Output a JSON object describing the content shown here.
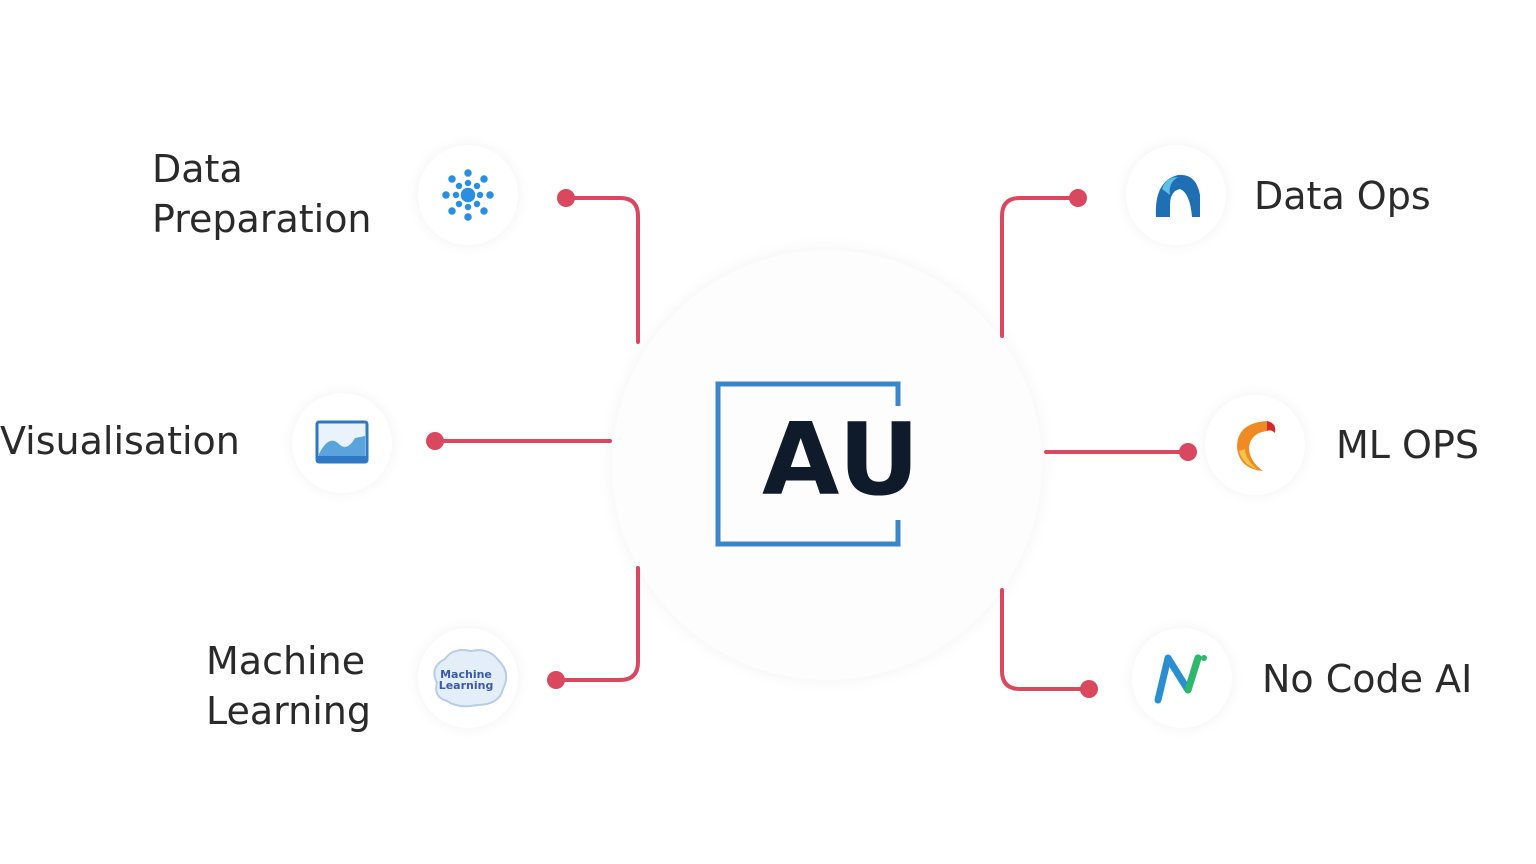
{
  "logo": {
    "text": "AU"
  },
  "categories": {
    "data_preparation": {
      "label": "Data Preparation",
      "icon": "snowflake-icon"
    },
    "visualisation": {
      "label": "Visualisation",
      "icon": "chart-image-icon"
    },
    "machine_learning": {
      "label": "Machine Learning",
      "icon": "brain-icon",
      "icon_text": "Machine Learning"
    },
    "data_ops": {
      "label": "Data Ops",
      "icon": "data-ops-logo-icon"
    },
    "ml_ops": {
      "label": "ML OPS",
      "icon": "ml-ops-logo-icon"
    },
    "no_code_ai": {
      "label": "No Code AI",
      "icon": "no-code-ai-logo-icon"
    }
  },
  "colors": {
    "connector": "#d9485f",
    "logo_frame": "#3a86c8",
    "logo_text": "#0f1a2a",
    "label_text": "#2a2a2a"
  }
}
